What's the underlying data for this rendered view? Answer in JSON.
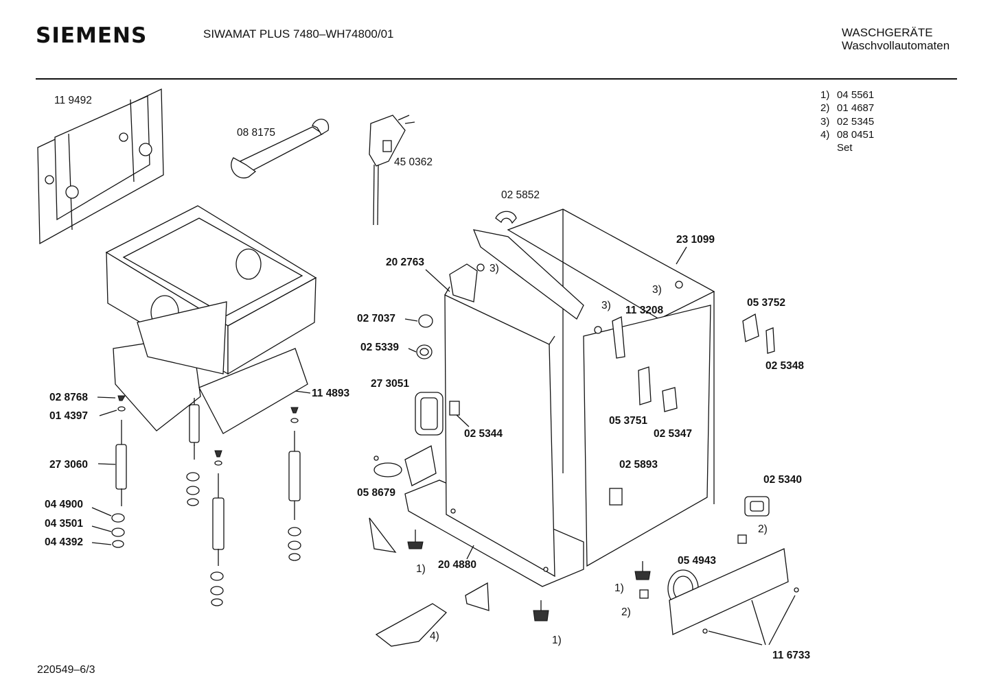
{
  "header": {
    "brand": "SIEMENS",
    "model": "SIWAMAT PLUS 7480–WH74800/01",
    "category_line1": "WASCHGERÄTE",
    "category_line2": "Waschvollautomaten"
  },
  "legend": [
    {
      "num": "1)",
      "code": "04 5561"
    },
    {
      "num": "2)",
      "code": "01 4687"
    },
    {
      "num": "3)",
      "code": "02 5345"
    },
    {
      "num": "4)",
      "code": "08 0451"
    },
    {
      "num": "",
      "code": "Set"
    }
  ],
  "parts": {
    "p119492": "11 9492",
    "p088175": "08 8175",
    "p450362": "45 0362",
    "p025852": "02 5852",
    "p231099": "23 1099",
    "p202763": "20 2763",
    "p027037": "02 7037",
    "p025339": "02 5339",
    "p113208": "11 3208",
    "p053752": "05 3752",
    "p025348": "02 5348",
    "p028768": "02 8768",
    "p014397": "01 4397",
    "p114893": "11 4893",
    "p273051": "27 3051",
    "p025344": "02 5344",
    "p053751": "05 3751",
    "p025347": "02 5347",
    "p273060": "27 3060",
    "p058679": "05 8679",
    "p025893": "02 5893",
    "p025340": "02 5340",
    "p044900": "04 4900",
    "p043501": "04 3501",
    "p044392": "04 4392",
    "p204880": "20 4880",
    "p054943": "05 4943",
    "p116733": "11 6733"
  },
  "callouts": {
    "three": "3)",
    "one": "1)",
    "two": "2)",
    "four": "4)"
  },
  "footer": {
    "doc_id": "220549–6/3"
  }
}
